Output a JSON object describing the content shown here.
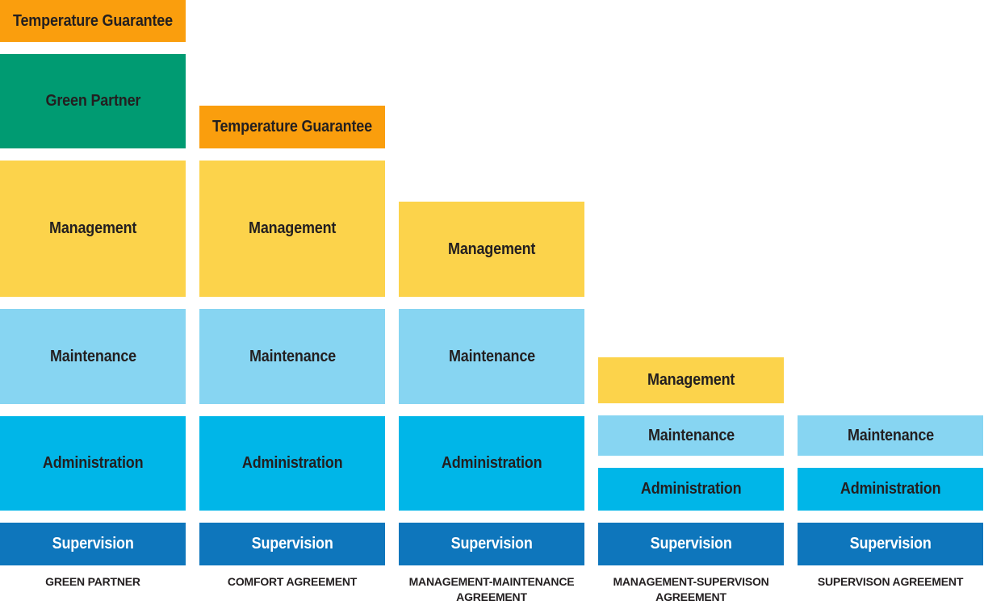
{
  "diagram": {
    "colors": {
      "orange": "#FA9E0D",
      "green": "#009B72",
      "yellow": "#FCD34B",
      "lightblue": "#87D5F2",
      "cyan": "#00B6E8",
      "darkblue": "#0E76BC"
    },
    "columns": [
      {
        "caption": "GREEN PARTNER",
        "blocks": [
          {
            "label": "Temperature Guarantee",
            "color": "orange",
            "height": 52
          },
          {
            "label": "Green Partner",
            "color": "green",
            "height": 117
          },
          {
            "label": "Management",
            "color": "yellow",
            "height": 169
          },
          {
            "label": "Maintenance",
            "color": "lightblue",
            "height": 118
          },
          {
            "label": "Administration",
            "color": "cyan",
            "height": 117
          },
          {
            "label": "Supervision",
            "color": "darkblue",
            "height": 53
          }
        ]
      },
      {
        "caption": "COMFORT AGREEMENT",
        "blocks": [
          {
            "label": "Temperature Guarantee",
            "color": "orange",
            "height": 53
          },
          {
            "label": "Management",
            "color": "yellow",
            "height": 169
          },
          {
            "label": "Maintenance",
            "color": "lightblue",
            "height": 118
          },
          {
            "label": "Administration",
            "color": "cyan",
            "height": 117
          },
          {
            "label": "Supervision",
            "color": "darkblue",
            "height": 53
          }
        ]
      },
      {
        "caption": "MANAGEMENT-MAINTENANCE AGREEMENT",
        "blocks": [
          {
            "label": "Management",
            "color": "yellow",
            "height": 118
          },
          {
            "label": "Maintenance",
            "color": "lightblue",
            "height": 118
          },
          {
            "label": "Administration",
            "color": "cyan",
            "height": 117
          },
          {
            "label": "Supervision",
            "color": "darkblue",
            "height": 53
          }
        ]
      },
      {
        "caption": "MANAGEMENT-SUPERVISON AGREEMENT",
        "blocks": [
          {
            "label": "Management",
            "color": "yellow",
            "height": 57
          },
          {
            "label": "Maintenance",
            "color": "lightblue",
            "height": 50
          },
          {
            "label": "Administration",
            "color": "cyan",
            "height": 53
          },
          {
            "label": "Supervision",
            "color": "darkblue",
            "height": 53
          }
        ]
      },
      {
        "caption": "SUPERVISON AGREEMENT",
        "blocks": [
          {
            "label": "Maintenance",
            "color": "lightblue",
            "height": 50
          },
          {
            "label": "Administration",
            "color": "cyan",
            "height": 53
          },
          {
            "label": "Supervision",
            "color": "darkblue",
            "height": 53
          }
        ]
      }
    ]
  }
}
